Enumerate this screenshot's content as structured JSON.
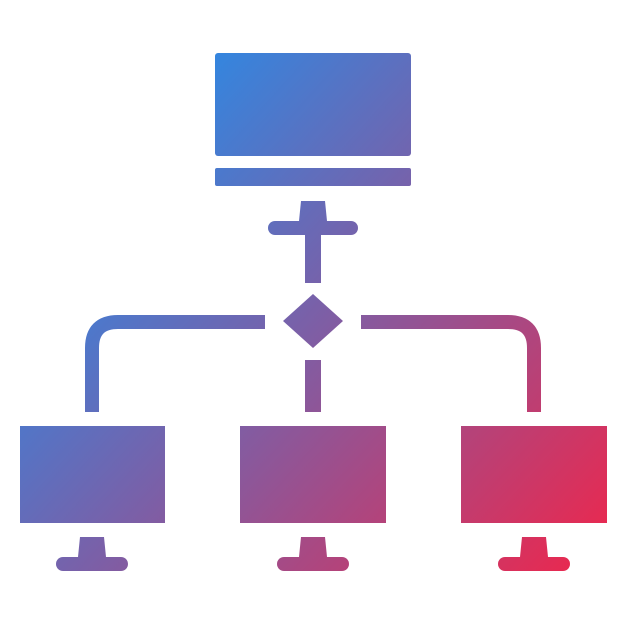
{
  "icon": {
    "name": "network-hierarchy-icon",
    "nodes": [
      {
        "id": "server",
        "icon": "monitor-icon"
      },
      {
        "id": "client-left",
        "icon": "monitor-icon"
      },
      {
        "id": "client-center",
        "icon": "monitor-icon"
      },
      {
        "id": "client-right",
        "icon": "monitor-icon"
      }
    ],
    "hub": {
      "icon": "diamond-hub-icon"
    }
  },
  "colors": {
    "gradient_start": "#0a9cff",
    "gradient_mid": "#7a60a8",
    "gradient_end": "#f0254a",
    "background": "#ffffff"
  }
}
